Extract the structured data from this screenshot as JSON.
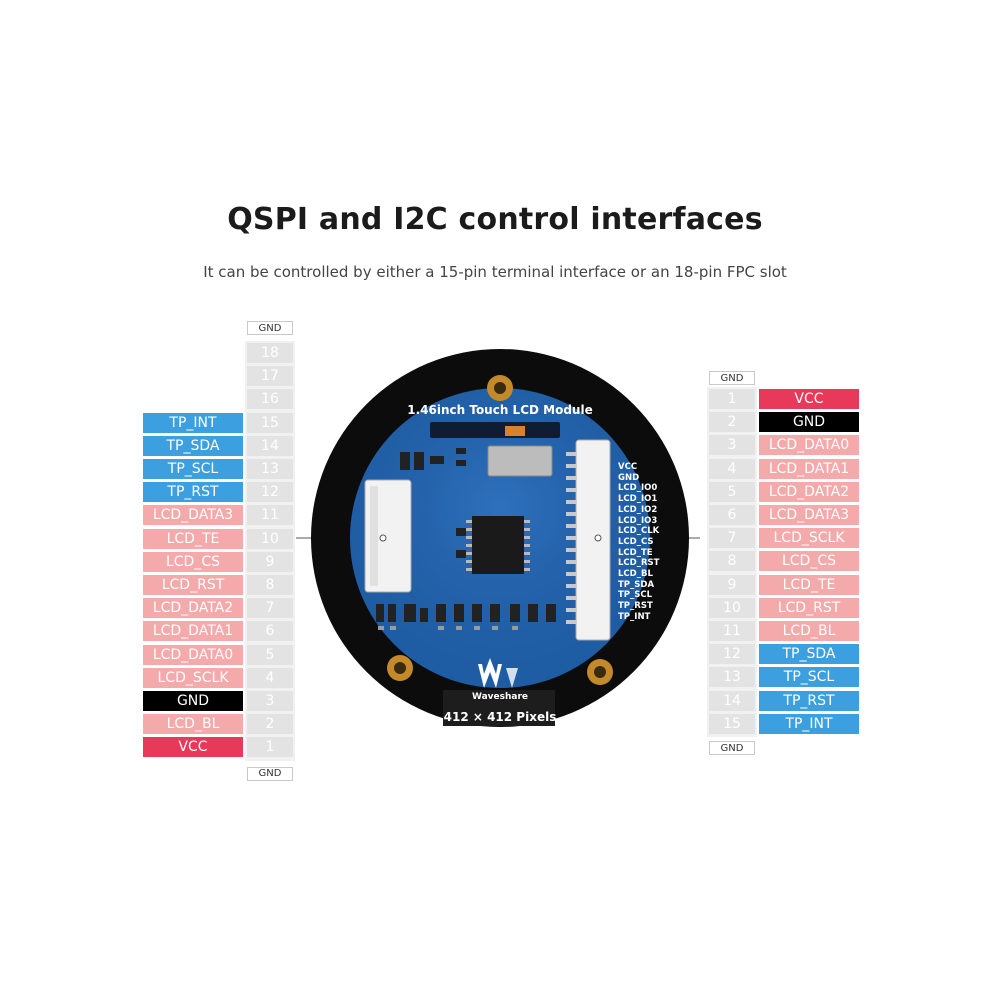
{
  "title": "QSPI and I2C control interfaces",
  "subtitle": "It can be controlled by either a 15-pin terminal interface or an 18-pin FPC slot",
  "board": {
    "name": "1.46inch Touch LCD Module",
    "brand": "Waveshare",
    "resolution": "412 × 412 Pixels",
    "fpc_labels": [
      "VCC",
      "GND",
      "LCD_IO0",
      "LCD_IO1",
      "LCD_IO2",
      "LCD_IO3",
      "LCD_CLK",
      "LCD_CS",
      "LCD_TE",
      "LCD_RST",
      "LCD_BL",
      "TP_SDA",
      "TP_SCL",
      "TP_RST",
      "TP_INT"
    ]
  },
  "left_fpc": {
    "gnd_label": "GND",
    "pins": [
      {
        "num": "18",
        "label": "",
        "type": ""
      },
      {
        "num": "17",
        "label": "",
        "type": ""
      },
      {
        "num": "16",
        "label": "",
        "type": ""
      },
      {
        "num": "15",
        "label": "TP_INT",
        "type": "tp"
      },
      {
        "num": "14",
        "label": "TP_SDA",
        "type": "tp"
      },
      {
        "num": "13",
        "label": "TP_SCL",
        "type": "tp"
      },
      {
        "num": "12",
        "label": "TP_RST",
        "type": "tp"
      },
      {
        "num": "11",
        "label": "LCD_DATA3",
        "type": "lcd"
      },
      {
        "num": "10",
        "label": "LCD_TE",
        "type": "lcd"
      },
      {
        "num": "9",
        "label": "LCD_CS",
        "type": "lcd"
      },
      {
        "num": "8",
        "label": "LCD_RST",
        "type": "lcd"
      },
      {
        "num": "7",
        "label": "LCD_DATA2",
        "type": "lcd"
      },
      {
        "num": "6",
        "label": "LCD_DATA1",
        "type": "lcd"
      },
      {
        "num": "5",
        "label": "LCD_DATA0",
        "type": "lcd"
      },
      {
        "num": "4",
        "label": "LCD_SCLK",
        "type": "lcd"
      },
      {
        "num": "3",
        "label": "GND",
        "type": "gnd"
      },
      {
        "num": "2",
        "label": "LCD_BL",
        "type": "lcd"
      },
      {
        "num": "1",
        "label": "VCC",
        "type": "vcc"
      }
    ]
  },
  "right_terminal": {
    "gnd_label": "GND",
    "pins": [
      {
        "num": "1",
        "label": "VCC",
        "type": "vcc"
      },
      {
        "num": "2",
        "label": "GND",
        "type": "gnd"
      },
      {
        "num": "3",
        "label": "LCD_DATA0",
        "type": "lcd"
      },
      {
        "num": "4",
        "label": "LCD_DATA1",
        "type": "lcd"
      },
      {
        "num": "5",
        "label": "LCD_DATA2",
        "type": "lcd"
      },
      {
        "num": "6",
        "label": "LCD_DATA3",
        "type": "lcd"
      },
      {
        "num": "7",
        "label": "LCD_SCLK",
        "type": "lcd"
      },
      {
        "num": "8",
        "label": "LCD_CS",
        "type": "lcd"
      },
      {
        "num": "9",
        "label": "LCD_TE",
        "type": "lcd"
      },
      {
        "num": "10",
        "label": "LCD_RST",
        "type": "lcd"
      },
      {
        "num": "11",
        "label": "LCD_BL",
        "type": "lcd"
      },
      {
        "num": "12",
        "label": "TP_SDA",
        "type": "tp"
      },
      {
        "num": "13",
        "label": "TP_SCL",
        "type": "tp"
      },
      {
        "num": "14",
        "label": "TP_RST",
        "type": "tp"
      },
      {
        "num": "15",
        "label": "TP_INT",
        "type": "tp"
      }
    ]
  },
  "colors": {
    "lcd": "#f4aaaa",
    "tp": "#3b9fe0",
    "vcc": "#e8395a",
    "gnd": "#000000",
    "pcb": "#1f5fa8"
  }
}
